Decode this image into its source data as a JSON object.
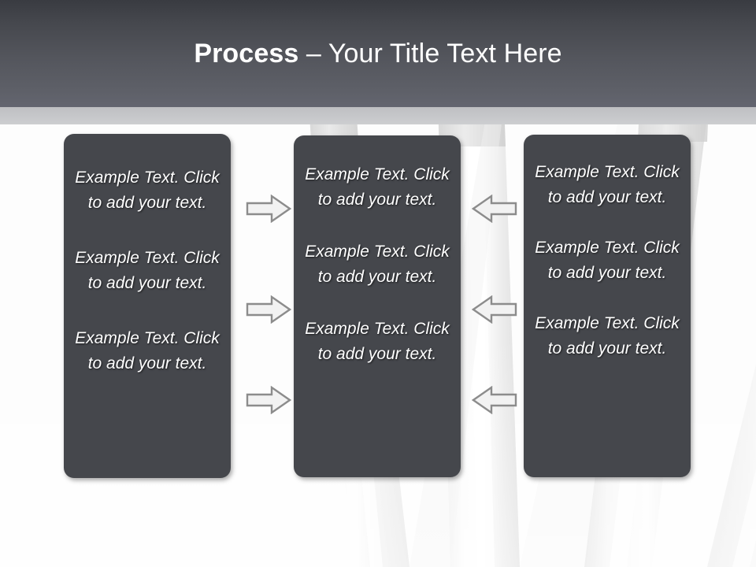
{
  "slide": {
    "title_bold": "Process",
    "title_separator": " – ",
    "title_rest": "Your Title Text Here",
    "colors": {
      "header_gradient_top": "#393b41",
      "header_gradient_bottom": "#636570",
      "header_underbar": "#c6c7c9",
      "box_fill": "#45474c",
      "box_text": "#ffffff",
      "arrow_fill": "#f2f2f2",
      "arrow_stroke": "#8c8c8c",
      "background": "#fdfdfd"
    }
  },
  "columns": [
    {
      "name": "column-left",
      "items": [
        "Example Text. Click  to add your text.",
        "Example Text. Click  to add your text.",
        "Example Text. Click  to add your text."
      ]
    },
    {
      "name": "column-center",
      "items": [
        "Example Text. Click  to add your text.",
        "Example Text. Click  to add your text.",
        "Example Text. Click  to add your text."
      ]
    },
    {
      "name": "column-right",
      "items": [
        "Example Text. Click  to add your text.",
        "Example Text. Click  to add your text.",
        "Example Text. Click  to add your text."
      ]
    }
  ],
  "connectors": {
    "left_group": {
      "direction": "right",
      "icon": "arrow-right-icon",
      "count": 3
    },
    "right_group": {
      "direction": "left",
      "icon": "arrow-left-icon",
      "count": 3
    }
  }
}
